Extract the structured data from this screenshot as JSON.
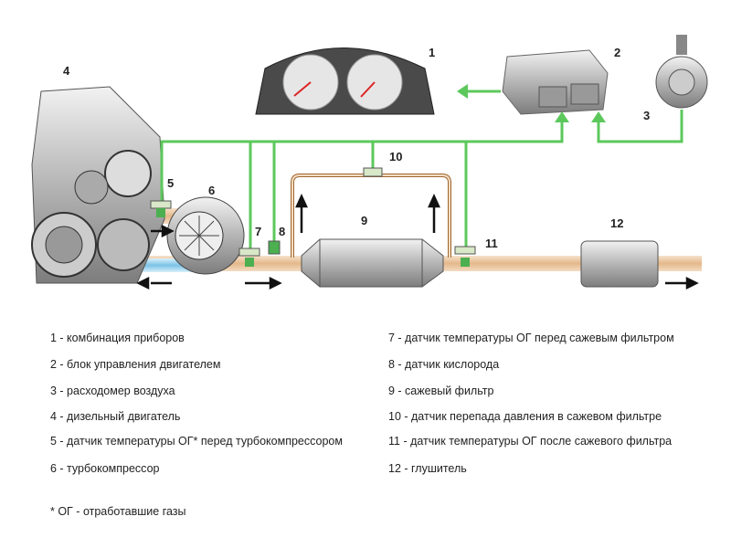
{
  "colors": {
    "signal_line": "#5cc85c",
    "exhaust_pipe": "#e9c7a2",
    "intake_pipe": "#9fd3ec",
    "sensor": "#4caf50",
    "component": "#bdbdbd"
  },
  "callouts": [
    "1",
    "2",
    "3",
    "4",
    "5",
    "6",
    "7",
    "8",
    "9",
    "10",
    "11",
    "12"
  ],
  "legend_left": [
    "1 - комбинация приборов",
    "2 - блок управления двигателем",
    "3 - расходомер воздуха",
    "4 - дизельный двигатель",
    "5 - датчик температуры ОГ* перед турбокомпрессором",
    "6 - турбокомпрессор"
  ],
  "legend_right": [
    "7 - датчик температуры ОГ перед сажевым фильтром",
    "8 - датчик кислорода",
    "9 - сажевый фильтр",
    "10 - датчик перепада давления в сажевом фильтре",
    "11 - датчик температуры ОГ после сажевого фильтра",
    "12 - глушитель"
  ],
  "footnote": "* ОГ - отработавшие газы"
}
